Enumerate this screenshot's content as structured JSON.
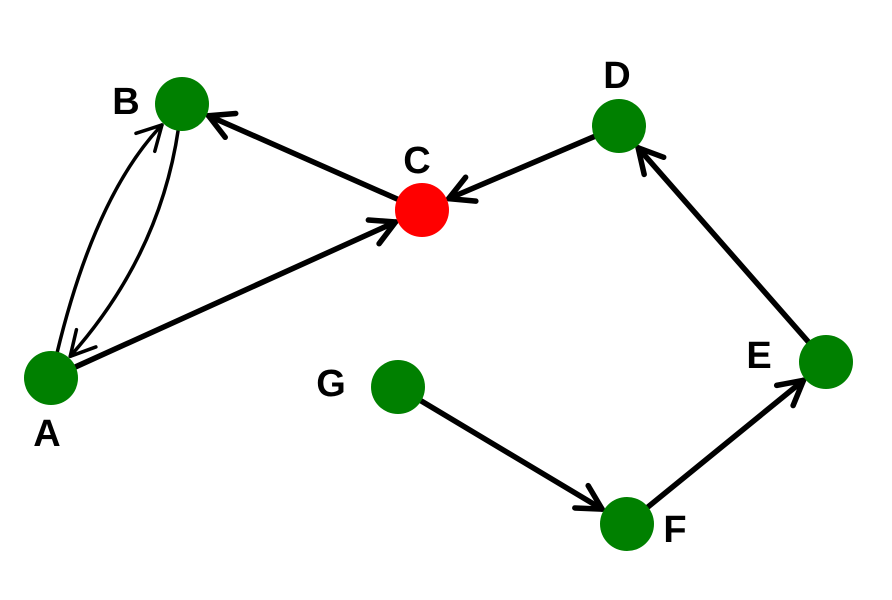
{
  "colors": {
    "default_node": "#008000",
    "highlight_node": "#ff0000",
    "edge": "#000000"
  },
  "nodes": [
    {
      "id": "A",
      "label": "A",
      "color": "#008000"
    },
    {
      "id": "B",
      "label": "B",
      "color": "#008000"
    },
    {
      "id": "C",
      "label": "C",
      "color": "#ff0000"
    },
    {
      "id": "D",
      "label": "D",
      "color": "#008000"
    },
    {
      "id": "E",
      "label": "E",
      "color": "#008000"
    },
    {
      "id": "F",
      "label": "F",
      "color": "#008000"
    },
    {
      "id": "G",
      "label": "G",
      "color": "#008000"
    }
  ],
  "edges": [
    {
      "from": "A",
      "to": "B"
    },
    {
      "from": "B",
      "to": "A"
    },
    {
      "from": "A",
      "to": "C"
    },
    {
      "from": "C",
      "to": "B"
    },
    {
      "from": "D",
      "to": "C"
    },
    {
      "from": "E",
      "to": "D"
    },
    {
      "from": "F",
      "to": "E"
    },
    {
      "from": "G",
      "to": "F"
    }
  ]
}
